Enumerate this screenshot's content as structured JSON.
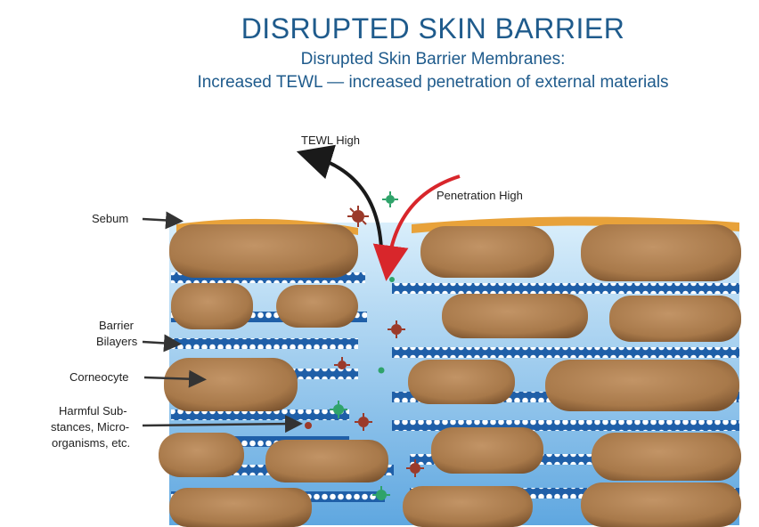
{
  "title": "DISRUPTED SKIN BARRIER",
  "subtitle_line1": "Disrupted Skin Barrier Membranes:",
  "subtitle_line2": "Increased TEWL — increased penetration of external materials",
  "labels": {
    "tewl": "TEWL High",
    "penetration": "Penetration High",
    "sebum": "Sebum",
    "bilayers_line1": "Barrier",
    "bilayers_line2": "Bilayers",
    "corneocyte": "Corneocyte",
    "harmful_line1": "Harmful Sub-",
    "harmful_line2": "stances, Micro-",
    "harmful_line3": "organisms, etc."
  },
  "colors": {
    "title": "#1f5b8c",
    "corneocyte": "#a8794a",
    "sebum": "#e8a23a",
    "bilayer": "#1f5fa8",
    "background_fluid": "#8cc4ee",
    "tewl_arrow": "#1a1a1a",
    "penetration_arrow": "#d8262b",
    "microbe_red": "#9b3a2a",
    "microbe_green": "#2fa36a"
  }
}
